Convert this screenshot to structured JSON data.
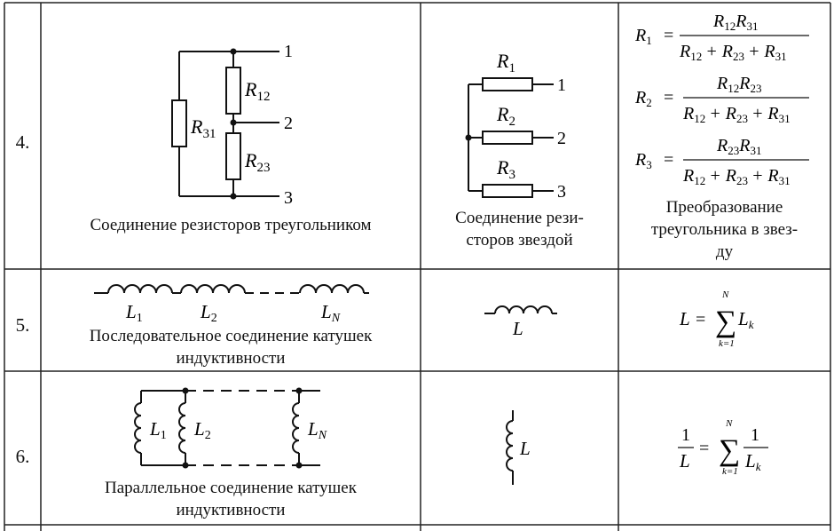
{
  "rows": [
    {
      "num": "4.",
      "scheme": {
        "labels": {
          "t1": "1",
          "t2": "2",
          "t3": "3",
          "r12": "R",
          "r12sub": "12",
          "r31": "R",
          "r31sub": "31",
          "r23": "R",
          "r23sub": "23"
        },
        "caption": "Соединение резисторов треугольником"
      },
      "star": {
        "labels": {
          "r1": "R",
          "r1sub": "1",
          "r2": "R",
          "r2sub": "2",
          "r3": "R",
          "r3sub": "3",
          "t1": "1",
          "t2": "2",
          "t3": "3"
        },
        "caption_line1": "Соединение рези-",
        "caption_line2": "сторов звездой"
      },
      "formulas": {
        "f1": {
          "lhs": "R",
          "lhs_sub": "1",
          "num": "R",
          "num_s1": "12",
          "num2": "R",
          "num_s2": "31",
          "den": "R",
          "den_s1": "12",
          "den_p1": "+ R",
          "den_s2": "23",
          "den_p2": "+ R",
          "den_s3": "31"
        },
        "f2": {
          "lhs": "R",
          "lhs_sub": "2",
          "num": "R",
          "num_s1": "12",
          "num2": "R",
          "num_s2": "23",
          "den": "R",
          "den_s1": "12",
          "den_p1": "+ R",
          "den_s2": "23",
          "den_p2": "+ R",
          "den_s3": "31"
        },
        "f3": {
          "lhs": "R",
          "lhs_sub": "3",
          "num": "R",
          "num_s1": "23",
          "num2": "R",
          "num_s2": "31",
          "den": "R",
          "den_s1": "12",
          "den_p1": "+ R",
          "den_s2": "23",
          "den_p2": "+ R",
          "den_s3": "31"
        },
        "caption_line1": "Преобразование",
        "caption_line2": "треугольника в звез-",
        "caption_line3": "ду"
      }
    },
    {
      "num": "5.",
      "scheme": {
        "labels": {
          "l1": "L",
          "l1sub": "1",
          "l2": "L",
          "l2sub": "2",
          "ln": "L",
          "lnsub": "N"
        },
        "caption_line1": "Последовательное соединение катушек",
        "caption_line2": "индуктивности"
      },
      "symbol": {
        "label": "L"
      },
      "formula": {
        "lhs": "L",
        "eq": "=",
        "sum_top": "N",
        "sum_bot": "k=1",
        "term": "L",
        "term_sub": "k"
      }
    },
    {
      "num": "6.",
      "scheme": {
        "labels": {
          "l1": "L",
          "l1sub": "1",
          "l2": "L",
          "l2sub": "2",
          "ln": "L",
          "lnsub": "N"
        },
        "caption_line1": "Параллельное соединение катушек",
        "caption_line2": "индуктивности"
      },
      "symbol": {
        "label": "L"
      },
      "formula": {
        "lhs_num": "1",
        "lhs_den": "L",
        "eq": "=",
        "sum_top": "N",
        "sum_bot": "k=1",
        "rhs_num": "1",
        "rhs_den": "L",
        "rhs_sub": "k"
      }
    }
  ]
}
